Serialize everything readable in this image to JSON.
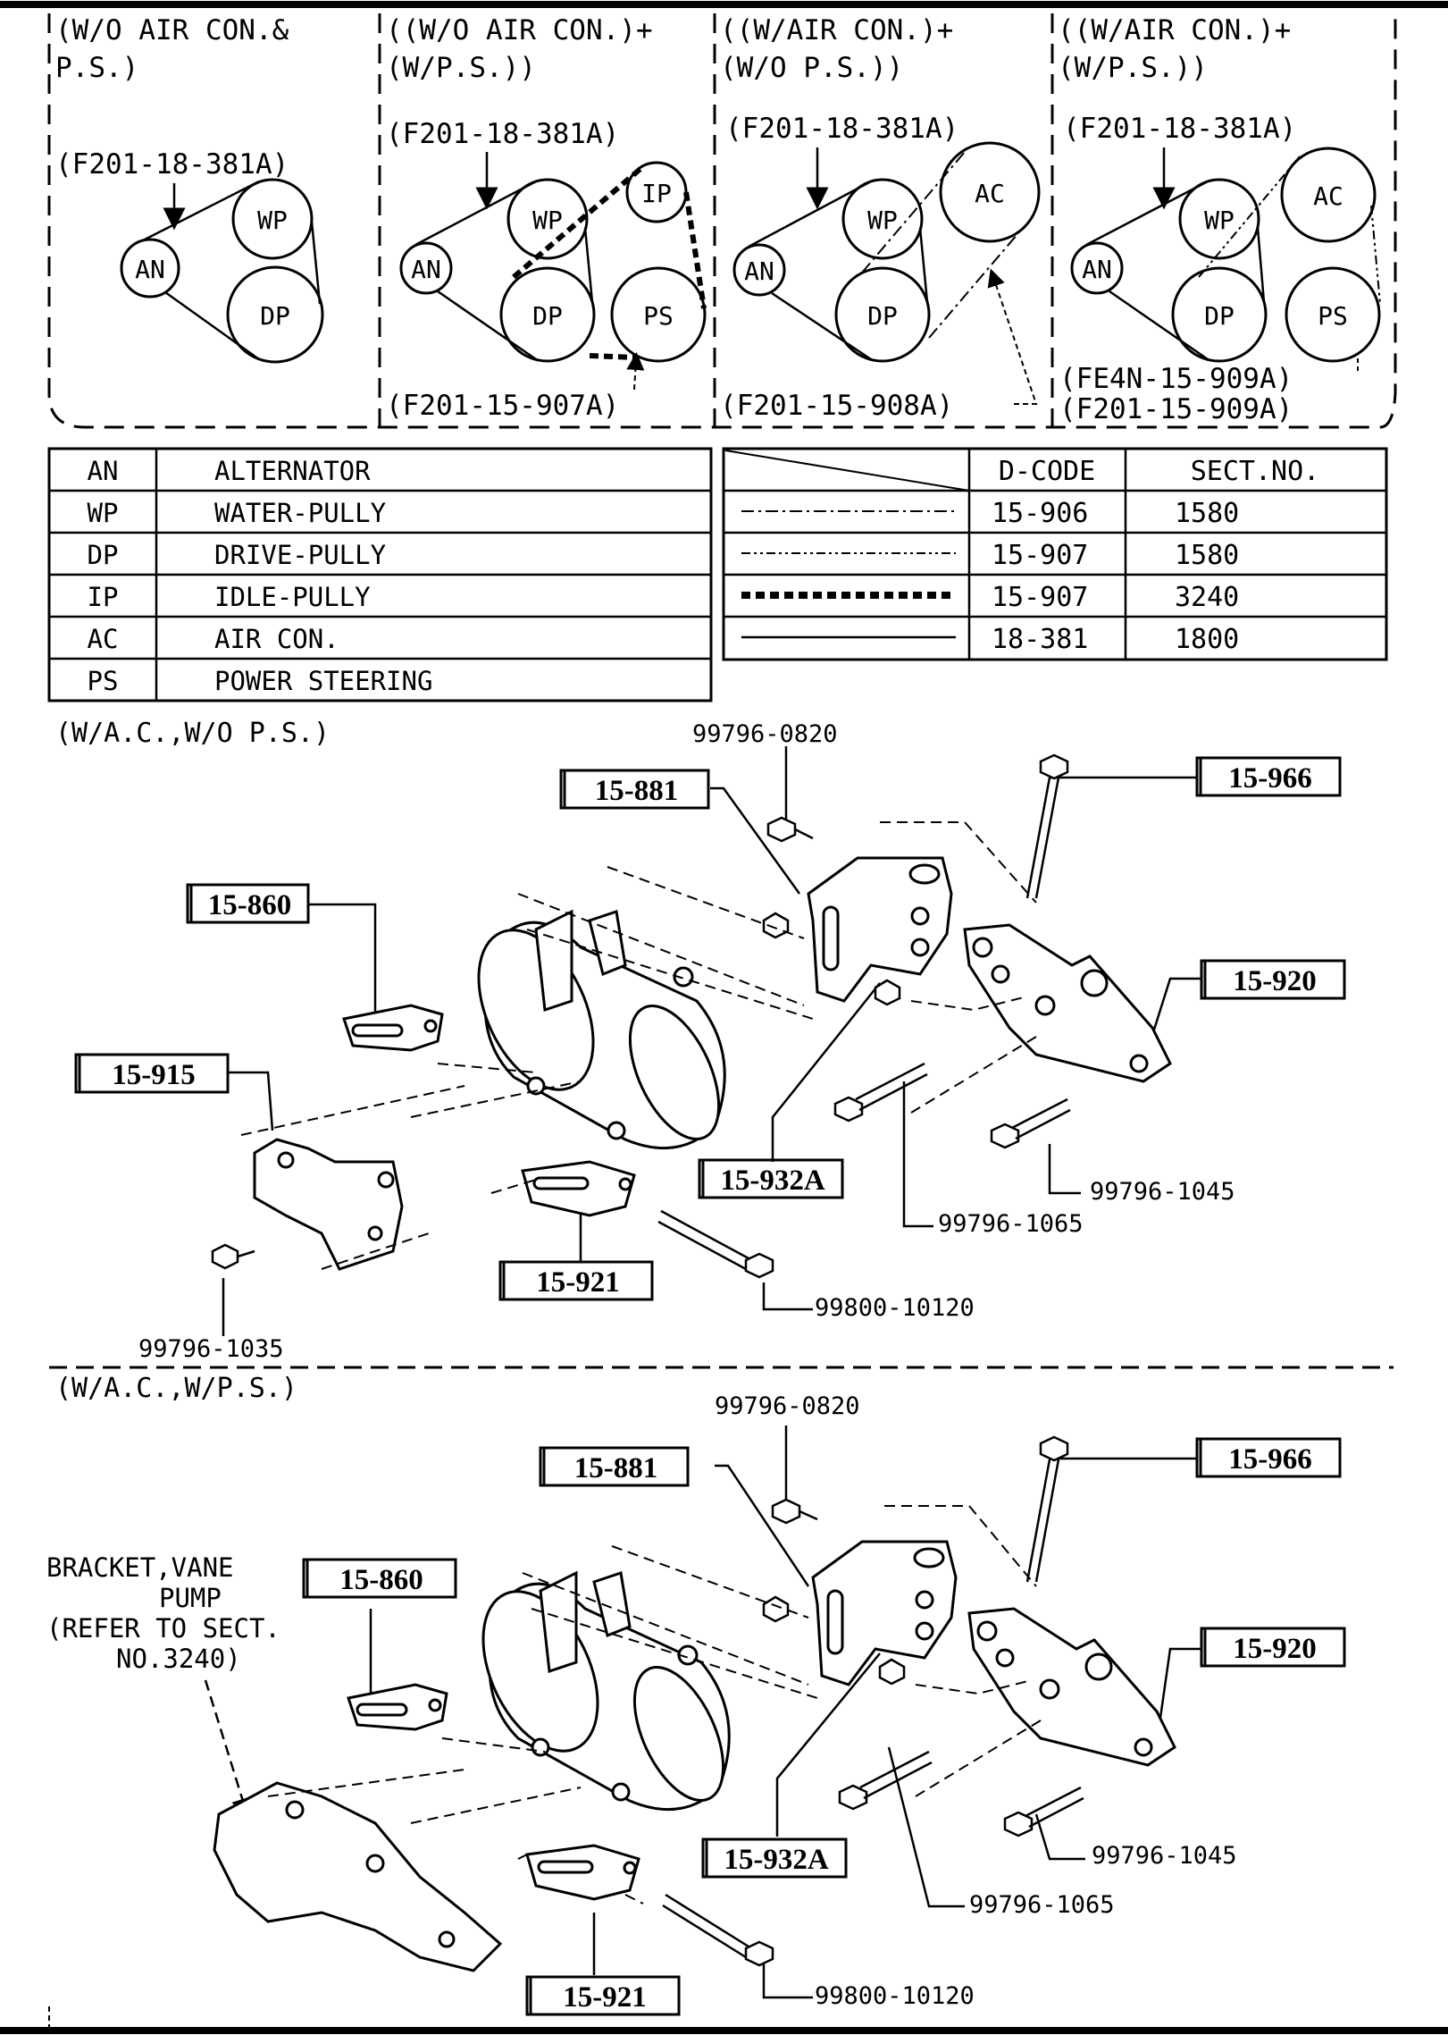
{
  "belt_layouts": [
    {
      "title_line1": "(W/O AIR CON.&",
      "title_line2": "P.S.)",
      "belt_top": "(F201-18-381A)",
      "belt_bottom": "",
      "belt_bottom2": "",
      "pulleys": {
        "an": "AN",
        "wp": "WP",
        "dp": "DP"
      }
    },
    {
      "title_line1": "((W/O AIR CON.)+",
      "title_line2": "(W/P.S.))",
      "belt_top": "(F201-18-381A)",
      "belt_bottom": "(F201-15-907A)",
      "belt_bottom2": "",
      "pulleys": {
        "an": "AN",
        "wp": "WP",
        "dp": "DP",
        "ip": "IP",
        "ps": "PS"
      }
    },
    {
      "title_line1": "((W/AIR CON.)+",
      "title_line2": "(W/O P.S.))",
      "belt_top": "(F201-18-381A)",
      "belt_bottom": "(F201-15-908A)",
      "belt_bottom2": "",
      "pulleys": {
        "an": "AN",
        "wp": "WP",
        "dp": "DP",
        "ac": "AC"
      }
    },
    {
      "title_line1": "((W/AIR CON.)+",
      "title_line2": "(W/P.S.))",
      "belt_top": "(F201-18-381A)",
      "belt_bottom": "(FE4N-15-909A)",
      "belt_bottom2": "(F201-15-909A)",
      "pulleys": {
        "an": "AN",
        "wp": "WP",
        "dp": "DP",
        "ac": "AC",
        "ps": "PS"
      }
    }
  ],
  "legend": [
    {
      "code": "AN",
      "name": "ALTERNATOR"
    },
    {
      "code": "WP",
      "name": "WATER-PULLY"
    },
    {
      "code": "DP",
      "name": "DRIVE-PULLY"
    },
    {
      "code": "IP",
      "name": "IDLE-PULLY"
    },
    {
      "code": "AC",
      "name": "AIR CON."
    },
    {
      "code": "PS",
      "name": "POWER STEERING"
    }
  ],
  "code_table": {
    "header_dcode": "D-CODE",
    "header_sect": "SECT.NO.",
    "rows": [
      {
        "line": "dash-dot",
        "dcode": "15-906",
        "sect": "1580"
      },
      {
        "line": "dash-dot-dot",
        "dcode": "15-907",
        "sect": "1580"
      },
      {
        "line": "heavy-dash",
        "dcode": "15-907",
        "sect": "3240"
      },
      {
        "line": "solid",
        "dcode": "18-381",
        "sect": "1800"
      }
    ]
  },
  "section1": {
    "title": "(W/A.C.,W/O P.S.)",
    "callouts": {
      "c881": "15-881",
      "c966": "15-966",
      "c860": "15-860",
      "c920": "15-920",
      "c915": "15-915",
      "c932a": "15-932A",
      "c921": "15-921"
    },
    "parts": {
      "p0820": "99796-0820",
      "p1045": "99796-1045",
      "p1065": "99796-1065",
      "p10120": "99800-10120",
      "p1035": "99796-1035"
    }
  },
  "section2": {
    "title": "(W/A.C.,W/P.S.)",
    "bracket_note": [
      "BRACKET,VANE",
      "PUMP",
      "(REFER TO SECT.",
      "NO.3240)"
    ],
    "callouts": {
      "c881": "15-881",
      "c966": "15-966",
      "c860": "15-860",
      "c920": "15-920",
      "c932a": "15-932A",
      "c921": "15-921"
    },
    "parts": {
      "p0820": "99796-0820",
      "p1045": "99796-1045",
      "p1065": "99796-1065",
      "p10120": "99800-10120"
    }
  }
}
